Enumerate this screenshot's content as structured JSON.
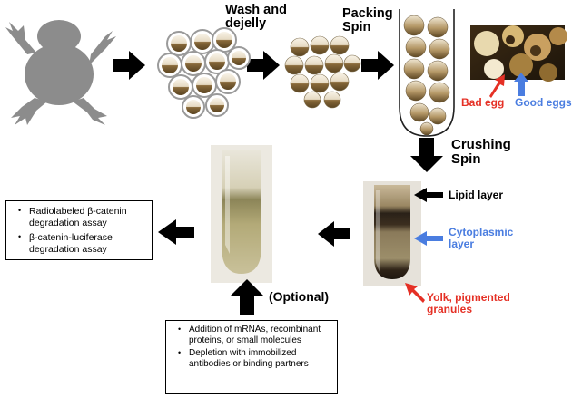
{
  "steps": {
    "wash_label": "Wash and\ndejelly",
    "packing_label": "Packing\nSpin",
    "crushing_label": "Crushing\nSpin",
    "optional_label": "(Optional)"
  },
  "egg_quality": {
    "bad_label": "Bad egg",
    "good_label": "Good eggs",
    "bad_color": "#e53025",
    "good_color": "#4a7de0"
  },
  "tube_layers": {
    "lipid_label": "Lipid layer",
    "cytoplasmic_label": "Cytoplasmic\nlayer",
    "yolk_label": "Yolk, pigmented\ngranules",
    "lipid_color": "#000000",
    "cytoplasmic_color": "#4a7de0",
    "yolk_color": "#e53025"
  },
  "assays_box": {
    "items": [
      "Radiolabeled β-catenin degradation assay",
      "β-catenin-luciferase degradation assay"
    ]
  },
  "optional_box": {
    "items": [
      "Addition of mRNAs, recombinant proteins, or small molecules",
      "Depletion with immobilized antibodies or binding partners"
    ]
  },
  "icons": {
    "frog": "frog-silhouette-icon",
    "arrow": "block-arrow-icon",
    "pointer": "pointer-arrow-icon"
  }
}
